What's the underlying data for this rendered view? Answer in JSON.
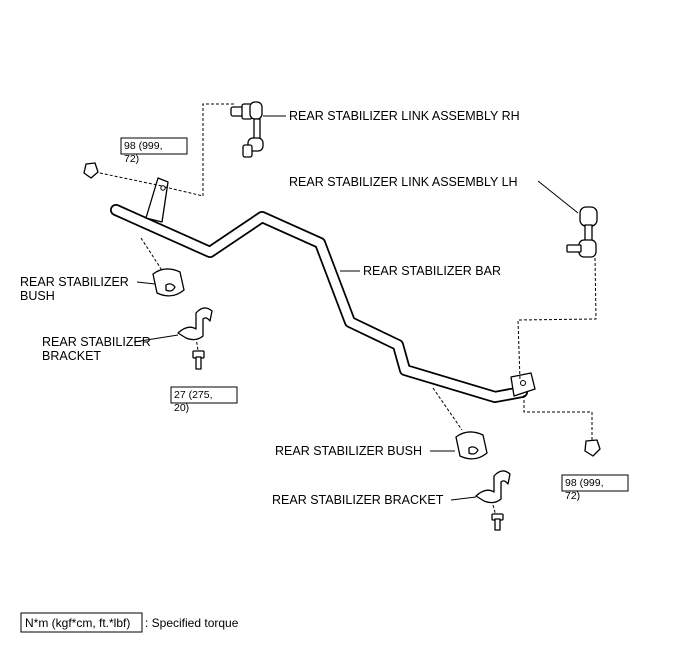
{
  "labels": {
    "link_rh": "REAR STABILIZER LINK ASSEMBLY RH",
    "link_lh": "REAR STABILIZER LINK ASSEMBLY LH",
    "bar": "REAR STABILIZER BAR",
    "bush_left_line1": "REAR STABILIZER",
    "bush_left_line2": "BUSH",
    "bracket_left_line1": "REAR STABILIZER",
    "bracket_left_line2": "BRACKET",
    "bush_right": "REAR STABILIZER BUSH",
    "bracket_right": "REAR STABILIZER BRACKET"
  },
  "torques": {
    "nut_upper_left": {
      "line1": "98 (999,",
      "line2": "72)"
    },
    "bolt_left": {
      "line1": "27 (275,",
      "line2": "20)"
    },
    "nut_right": {
      "line1": "98 (999,",
      "line2": "72)"
    }
  },
  "legend": {
    "box_text": "N*m (kgf*cm, ft.*lbf)",
    "description": ": Specified torque"
  }
}
